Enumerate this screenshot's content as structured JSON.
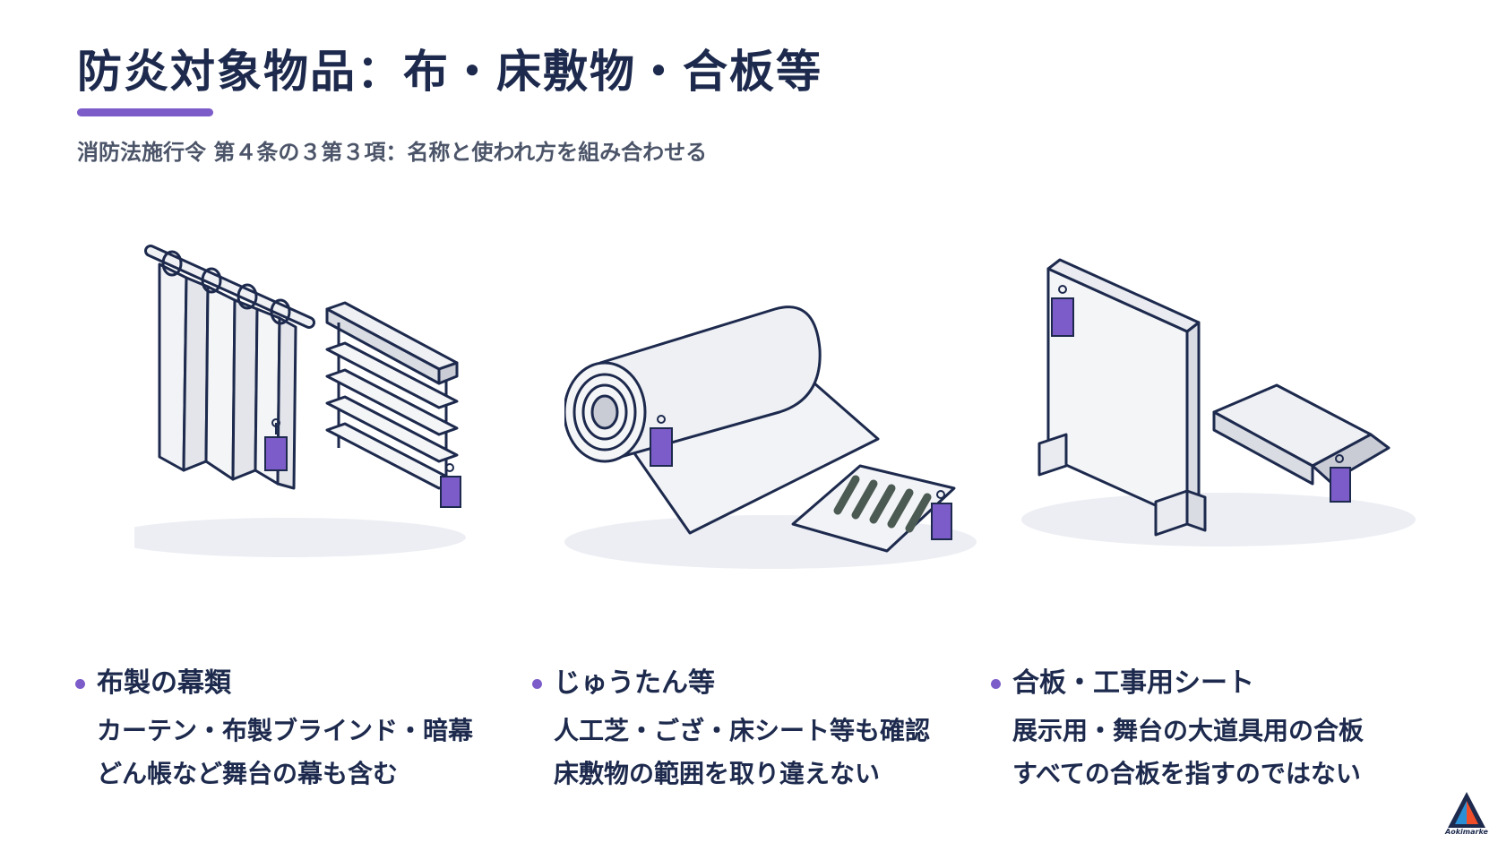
{
  "title": "防炎対象物品：布・床敷物・合板等",
  "subtitle": "消防法施行令 第４条の３第３項：名称と使われ方を組み合わせる",
  "accent_color": "#7c5cc9",
  "columns": [
    {
      "heading": "布製の幕類",
      "lines": [
        "カーテン・布製ブラインド・暗幕",
        "どん帳など舞台の幕も含む"
      ],
      "illustration": "curtain-and-blind"
    },
    {
      "heading": "じゅうたん等",
      "lines": [
        "人工芝・ござ・床シート等も確認",
        "床敷物の範囲を取り違えない"
      ],
      "illustration": "carpet-roll-and-turf"
    },
    {
      "heading": "合板・工事用シート",
      "lines": [
        "展示用・舞台の大道具用の合板",
        "すべての合板を指すのではない"
      ],
      "illustration": "plywood-and-sheet"
    }
  ],
  "logo": {
    "icon": "brand-triangle-logo",
    "text": "Aokimarke"
  }
}
